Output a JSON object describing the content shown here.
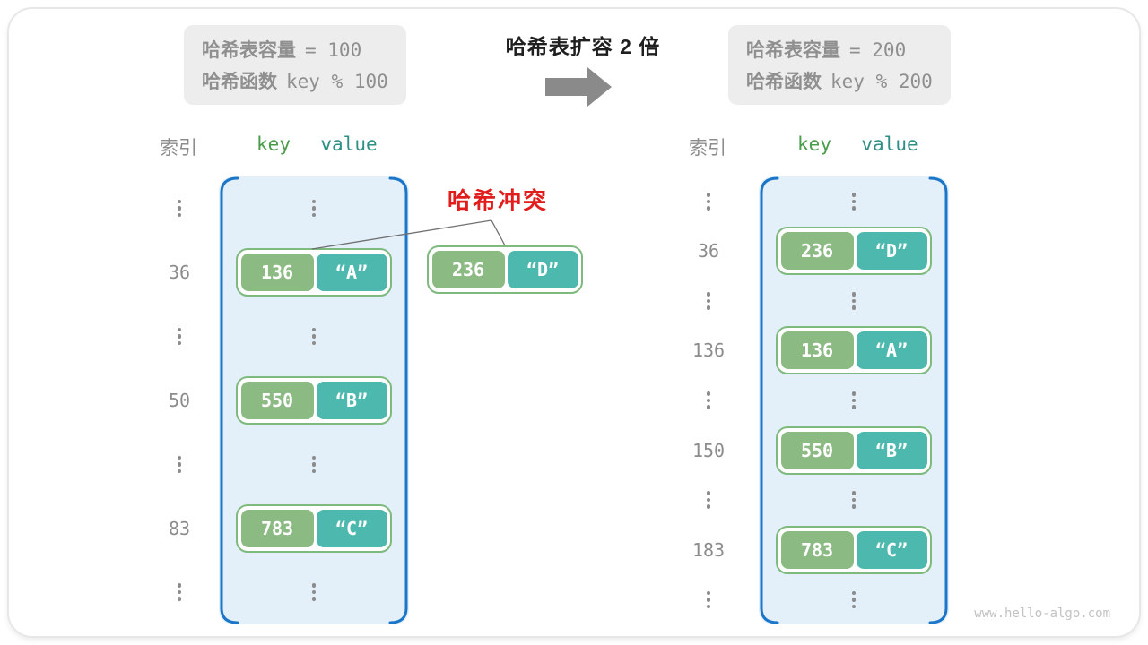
{
  "title": "哈希表扩容 2 倍",
  "left_info": {
    "line1_label": "哈希表容量",
    "line1_value": "= 100",
    "line2_label": "哈希函数",
    "line2_value": "key % 100"
  },
  "right_info": {
    "line1_label": "哈希表容量",
    "line1_value": "= 200",
    "line2_label": "哈希函数",
    "line2_value": "key % 200"
  },
  "headers": {
    "index": "索引",
    "key": "key",
    "value": "value"
  },
  "collision_label": "哈希冲突",
  "collision_pair": {
    "key": "236",
    "value": "“D”"
  },
  "left_table": {
    "rows": [
      {
        "type": "dots"
      },
      {
        "type": "pair",
        "index": "36",
        "key": "136",
        "value": "“A”"
      },
      {
        "type": "dots"
      },
      {
        "type": "pair",
        "index": "50",
        "key": "550",
        "value": "“B”"
      },
      {
        "type": "dots"
      },
      {
        "type": "pair",
        "index": "83",
        "key": "783",
        "value": "“C”"
      },
      {
        "type": "dots"
      }
    ]
  },
  "right_table": {
    "rows": [
      {
        "type": "dots"
      },
      {
        "type": "pair",
        "index": "36",
        "key": "236",
        "value": "“D”"
      },
      {
        "type": "dots"
      },
      {
        "type": "pair",
        "index": "136",
        "key": "136",
        "value": "“A”"
      },
      {
        "type": "dots"
      },
      {
        "type": "pair",
        "index": "150",
        "key": "550",
        "value": "“B”"
      },
      {
        "type": "dots"
      },
      {
        "type": "pair",
        "index": "183",
        "key": "783",
        "value": "“C”"
      },
      {
        "type": "dots"
      }
    ]
  },
  "watermark": "www.hello-algo.com",
  "colors": {
    "key_fill": "#8cba83",
    "value_fill": "#4db9ae",
    "pair_border": "#7eba7e",
    "table_fill": "#e3f0fa",
    "bracket_blue": "#1c76c8",
    "collision_red": "#e11d1d",
    "gray_text": "#8c8c8c",
    "header_key_green": "#4a9d4a",
    "header_value_teal": "#2e8f85",
    "arrow_gray": "#8a8a8a",
    "info_bg": "#ededed"
  }
}
